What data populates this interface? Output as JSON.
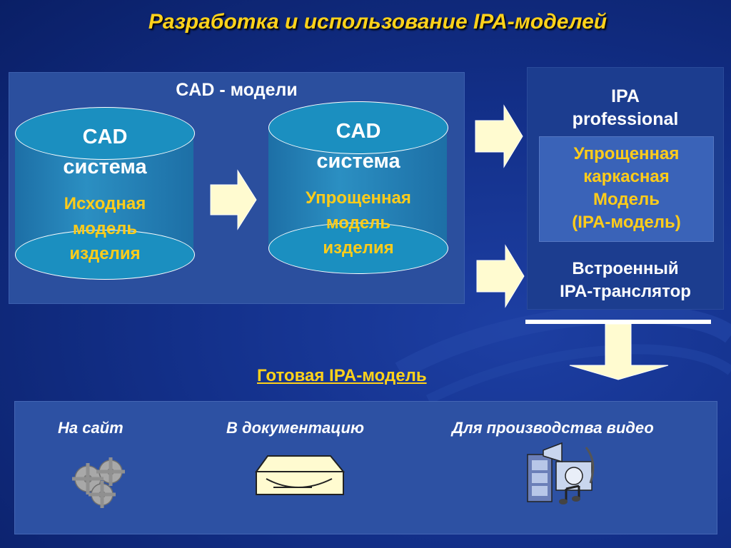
{
  "title": "Разработка и использование IPA-моделей",
  "cad_panel": {
    "title": "CAD - модели",
    "left_cylinder": {
      "title_line1": "CAD",
      "title_line2": "система",
      "sub_line1": "Исходная",
      "sub_line2": "модель",
      "sub_line3": "изделия"
    },
    "right_cylinder": {
      "title_line1": "CAD",
      "title_line2": "система",
      "sub_line1": "Упрощенная",
      "sub_line2": "модель",
      "sub_line3": "изделия"
    }
  },
  "ipa_panel": {
    "head_line1": "IPA",
    "head_line2": "professional",
    "inner_line1": "Упрощенная",
    "inner_line2": "каркасная",
    "inner_line3": "Модель",
    "inner_line4": "(IPA-модель)",
    "foot_line1": "Встроенный",
    "foot_line2": "IPA-транслятор"
  },
  "ready_label": "Готовая IPA-модель",
  "destinations": [
    {
      "label": "На сайт",
      "icon": "gears-icon"
    },
    {
      "label": "В документацию",
      "icon": "disk-drive-icon"
    },
    {
      "label": "Для производства видео",
      "icon": "multimedia-icon"
    }
  ],
  "colors": {
    "accent_yellow": "#ffd21a",
    "panel_blue": "#2b4f9e",
    "cylinder_blue": "#1b8fc0",
    "arrow_fill": "#fffbd0"
  }
}
